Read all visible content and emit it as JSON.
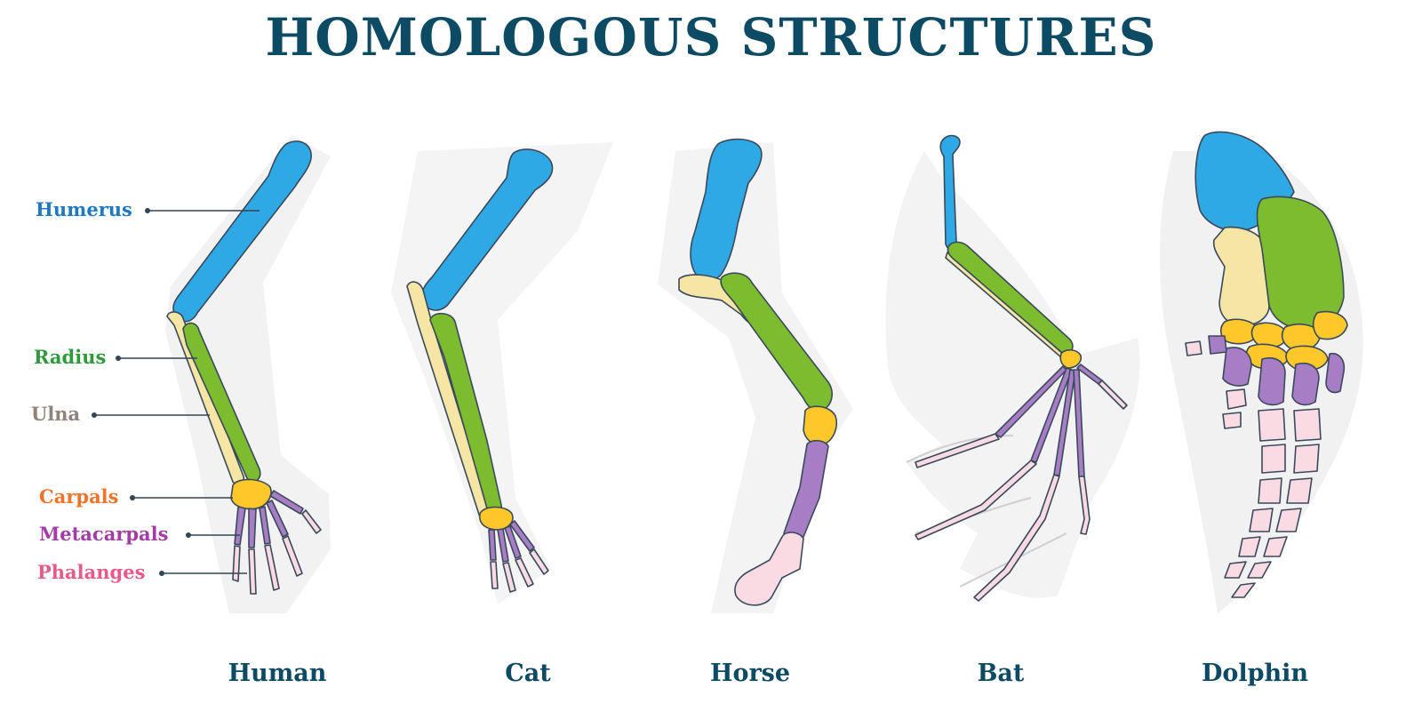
{
  "title": "HOMOLOGOUS STRUCTURES",
  "bones": [
    {
      "key": "humerus",
      "label": "Humerus",
      "color": "#2fa8e6"
    },
    {
      "key": "radius",
      "label": "Radius",
      "color": "#7dbb2f"
    },
    {
      "key": "ulna",
      "label": "Ulna",
      "color": "#f5e6a6"
    },
    {
      "key": "carpals",
      "label": "Carpals",
      "color": "#ffc82a"
    },
    {
      "key": "metacarpals",
      "label": "Metacarpals",
      "color": "#a77dc6"
    },
    {
      "key": "phalanges",
      "label": "Phalanges",
      "color": "#fadbe4"
    }
  ],
  "label_colors": {
    "humerus": "#1f78c2",
    "radius": "#2e9a3c",
    "ulna": "#8d8378",
    "carpals": "#f0732a",
    "metacarpals": "#a23ca6",
    "phalanges": "#ea5a86"
  },
  "animals": [
    "Human",
    "Cat",
    "Horse",
    "Bat",
    "Dolphin"
  ],
  "colors": {
    "title": "#0d4a63",
    "animal_names": "#0d4a63",
    "outline": "#3a4a5a"
  }
}
